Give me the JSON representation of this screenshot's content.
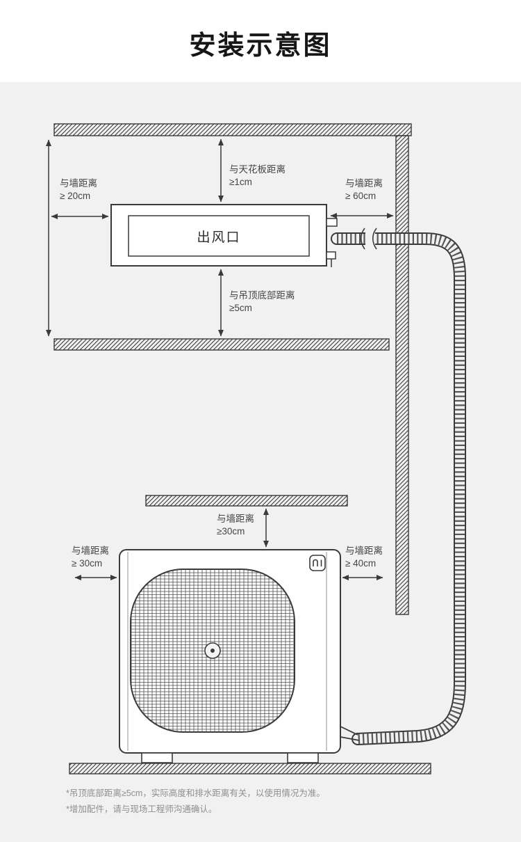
{
  "title": "安装示意图",
  "indoor": {
    "ceiling_label": {
      "line1": "与天花板距离",
      "line2": "≥1cm"
    },
    "left_wall_label": {
      "line1": "与墙距离",
      "line2": "≥ 20cm"
    },
    "right_wall_label": {
      "line1": "与墙距离",
      "line2": "≥ 60cm"
    },
    "bottom_label": {
      "line1": "与吊顶底部距离",
      "line2": "≥5cm"
    },
    "outlet_label": "出风口"
  },
  "outdoor": {
    "top_wall_label": {
      "line1": "与墙距离",
      "line2": "≥30cm"
    },
    "left_wall_label": {
      "line1": "与墙距离",
      "line2": "≥ 30cm"
    },
    "right_wall_label": {
      "line1": "与墙距离",
      "line2": "≥ 40cm"
    }
  },
  "footnotes": [
    "*吊顶底部距离≥5cm，实际高度和排水距离有关，以使用情况为准。",
    "*增加配件，请与现场工程师沟通确认。"
  ]
}
